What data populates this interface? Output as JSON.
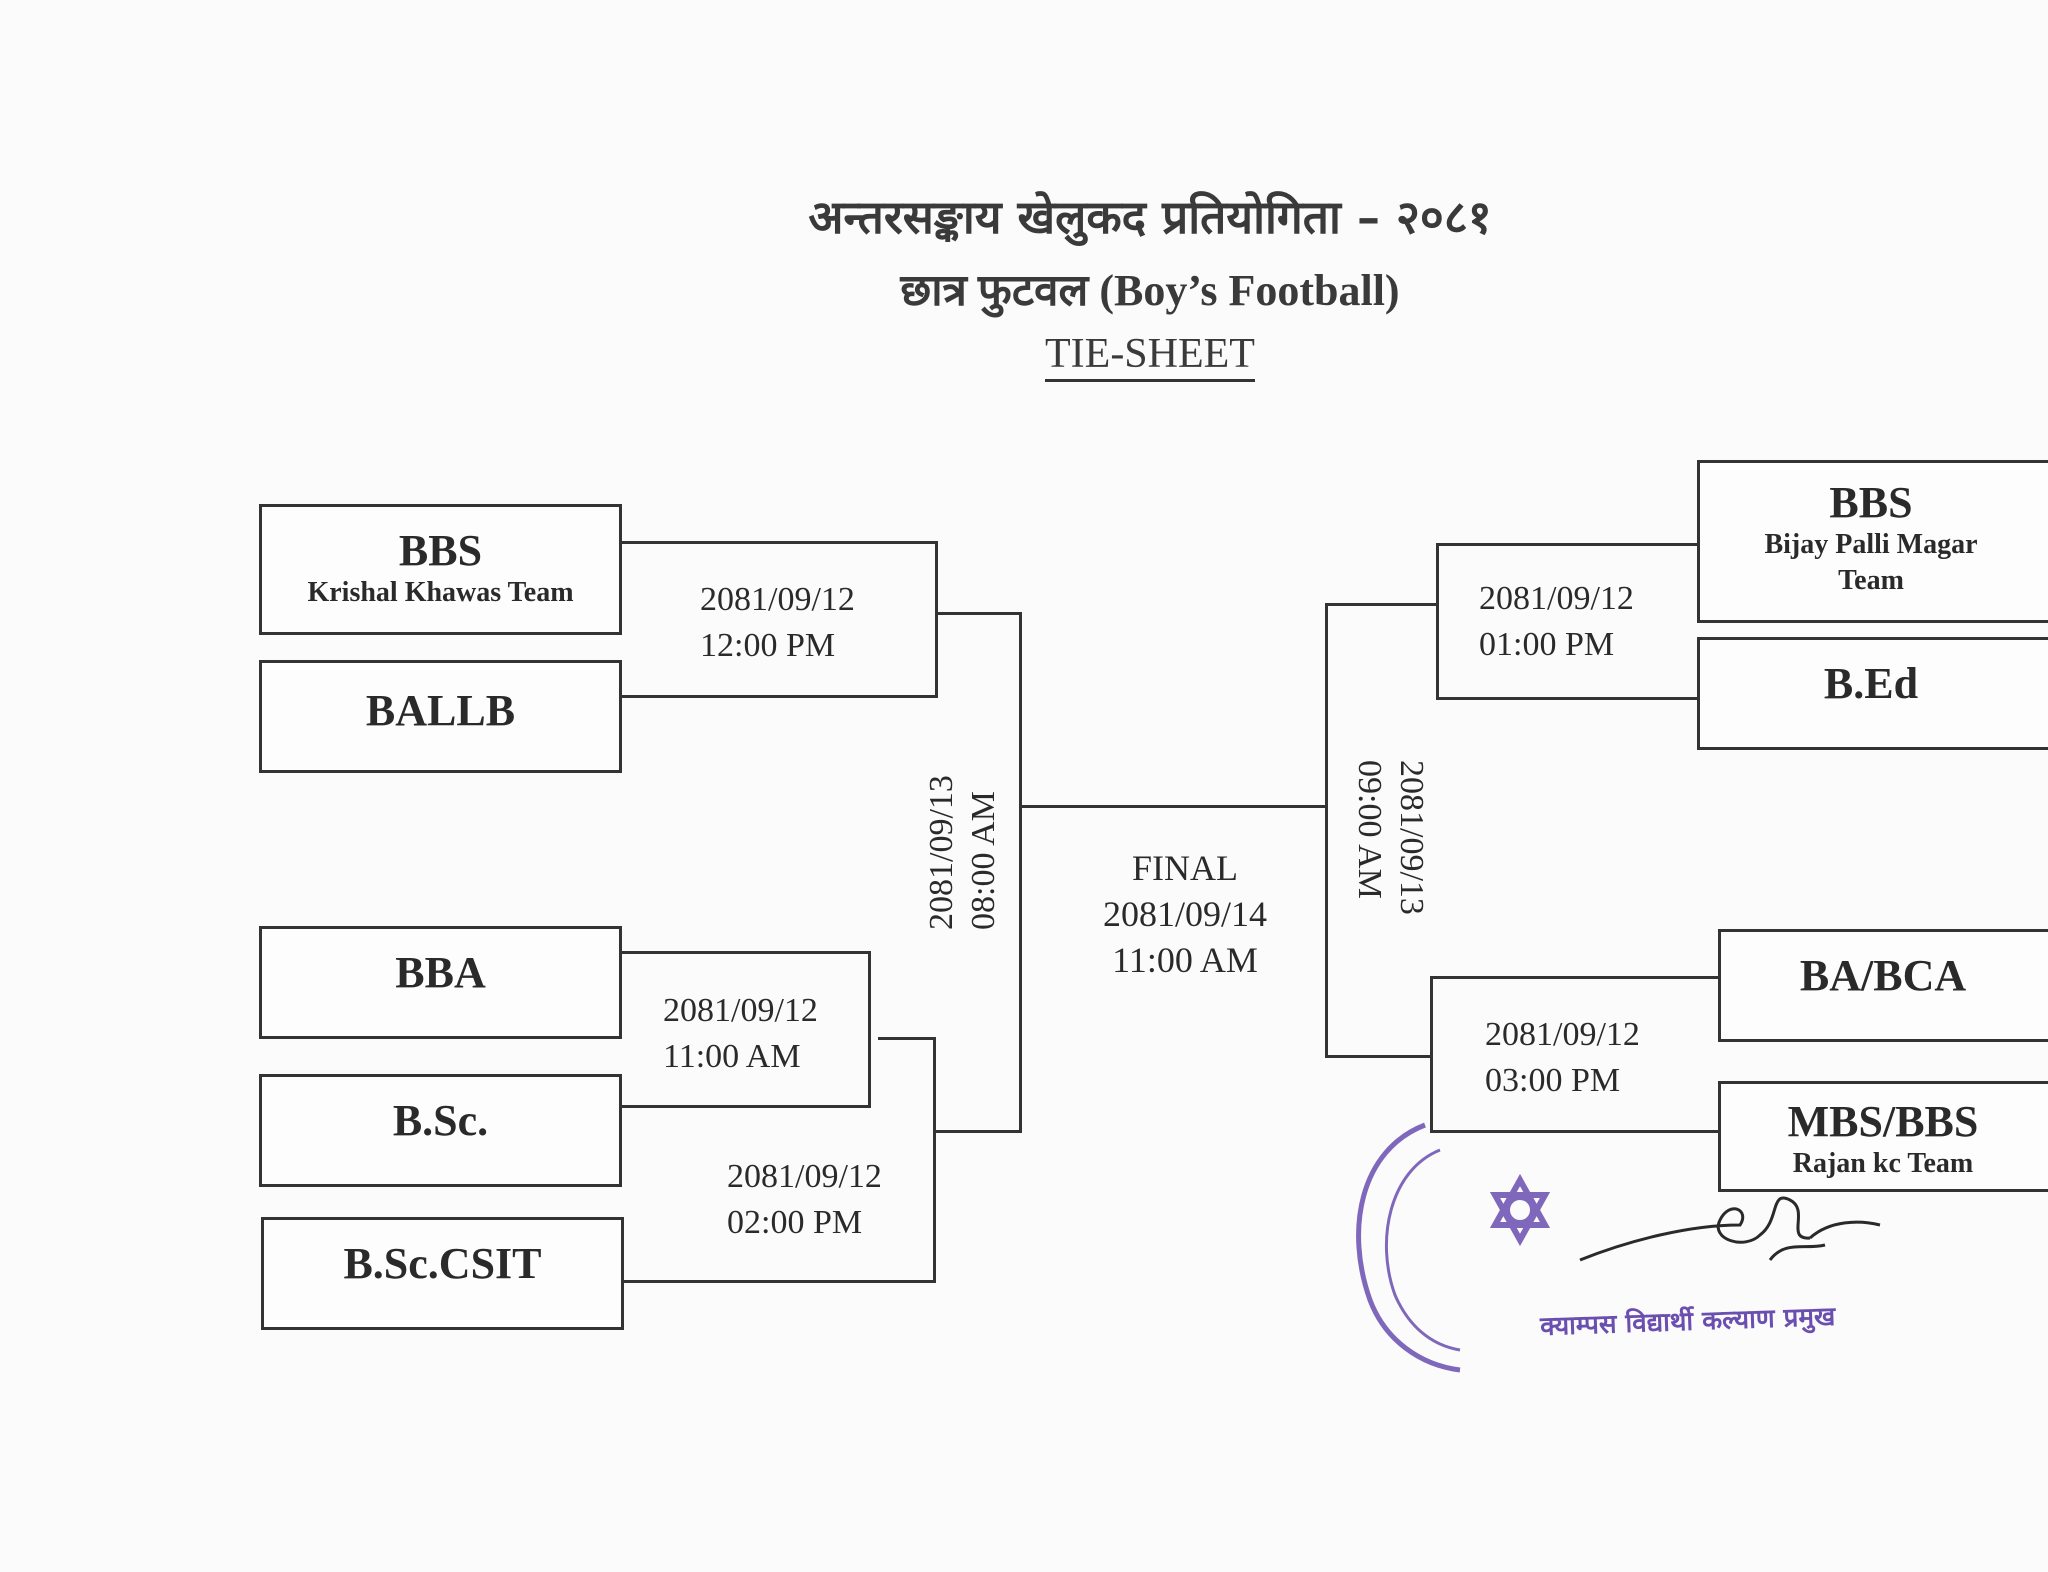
{
  "header": {
    "line1": "अन्तरसङ्काय खेलुकद प्रतियोगिता – २०८१",
    "line2": "छात्र फुटवल (Boy’s Football)",
    "line3": "TIE-SHEET"
  },
  "left_teams": [
    {
      "name": "BBS",
      "sub": "Krishal Khawas Team"
    },
    {
      "name": "BALLB",
      "sub": ""
    },
    {
      "name": "BBA",
      "sub": ""
    },
    {
      "name": "B.Sc.",
      "sub": ""
    },
    {
      "name": "B.Sc.CSIT",
      "sub": ""
    }
  ],
  "right_teams": [
    {
      "name": "BBS",
      "sub": "Bijay Palli Magar Team"
    },
    {
      "name": "B.Ed",
      "sub": ""
    },
    {
      "name": "BA/BCA",
      "sub": ""
    },
    {
      "name": "MBS/BBS",
      "sub": "Rajan kc Team"
    }
  ],
  "matches": {
    "m1": {
      "date": "2081/09/12",
      "time": "12:00 PM"
    },
    "m2": {
      "date": "2081/09/12",
      "time": "11:00 AM"
    },
    "m3": {
      "date": "2081/09/12",
      "time": "02:00 PM"
    },
    "m4": {
      "date": "2081/09/12",
      "time": "01:00 PM"
    },
    "m5": {
      "date": "2081/09/12",
      "time": "03:00 PM"
    },
    "semi_left": {
      "date": "2081/09/13",
      "time": "08:00 AM"
    },
    "semi_right": {
      "date": "2081/09/13",
      "time": "09:00 AM"
    },
    "final": {
      "label": "FINAL",
      "date": "2081/09/14",
      "time": "11:00 AM"
    }
  },
  "stamp": {
    "ink_color": "#6a4fb0",
    "caption": "क्याम्पस विद्यार्थी कल्याण प्रमुख"
  }
}
